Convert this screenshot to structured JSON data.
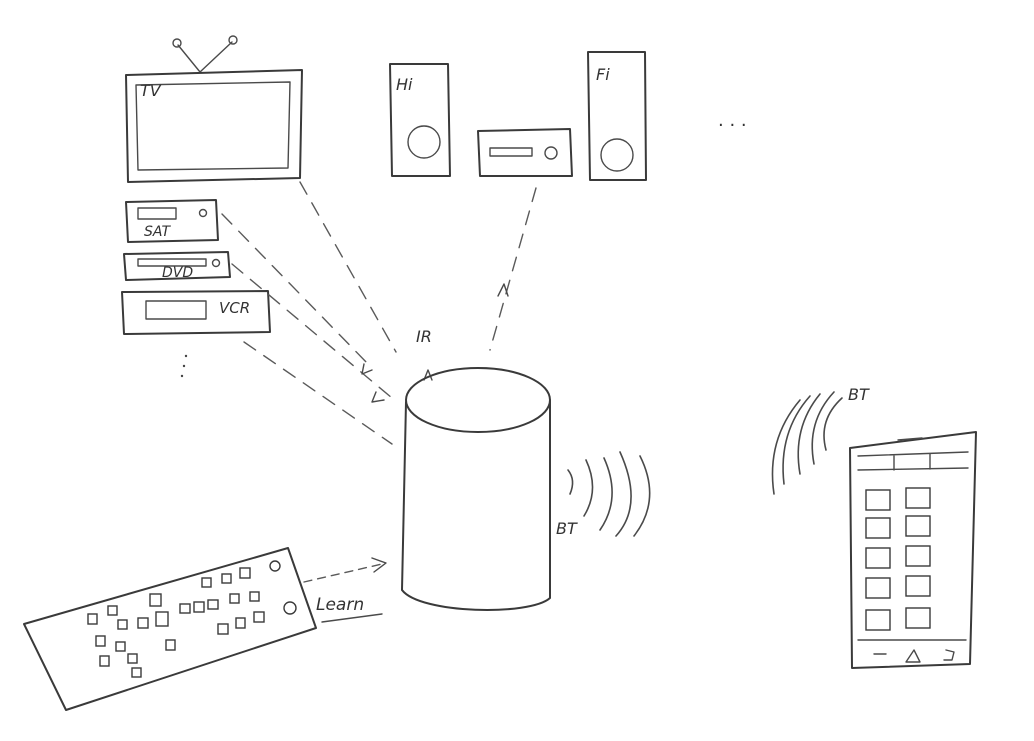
{
  "devices": {
    "tv": {
      "label": "TV"
    },
    "sat": {
      "label": "SAT"
    },
    "dvd": {
      "label": "DVD"
    },
    "vcr": {
      "label": "VCR"
    },
    "hi": {
      "label": "Hi"
    },
    "fi": {
      "label": "Fi"
    },
    "more": {
      "label": ". . ."
    }
  },
  "hub": {
    "ir_label": "IR",
    "bt_label": "BT"
  },
  "remote": {
    "learn_label": "Learn"
  },
  "phone": {
    "bt_label": "BT"
  }
}
